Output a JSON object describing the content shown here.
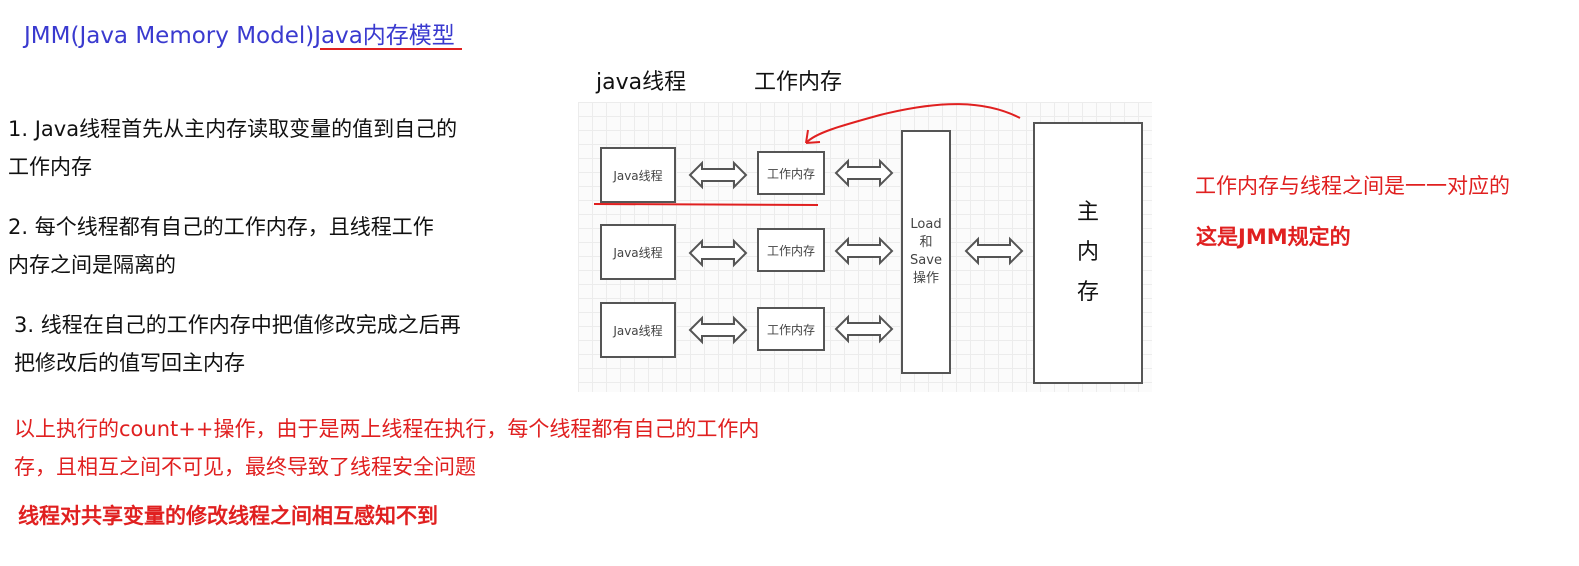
{
  "title": "JMM(Java Memory Model)Java内存模型",
  "points": [
    {
      "line1": "1. Java线程首先从主内存读取变量的值到自己的",
      "line2": "工作内存"
    },
    {
      "line1": "2. 每个线程都有自己的工作内存，且线程工作",
      "line2": "内存之间是隔离的"
    },
    {
      "line1": "3. 线程在自己的工作内存中把值修改完成之后再",
      "line2": "把修改后的值写回主内存"
    }
  ],
  "conclusion": {
    "line1": "以上执行的count++操作，由于是两上线程在执行，每个线程都有自己的工作内",
    "line2": "存，且相互之间不可见，最终导致了线程安全问题",
    "emphasis": "线程对共享变量的修改线程之间相互感知不到"
  },
  "diagram": {
    "header_thread": "java线程",
    "header_work": "工作内存",
    "thread_label": "Java线程",
    "work_label": "工作内存",
    "loadsave": {
      "line1": "Load",
      "line2": "和",
      "line3": "Save",
      "line4": "操作"
    },
    "main_memory": {
      "c1": "主",
      "c2": "内",
      "c3": "存"
    }
  },
  "annotation": {
    "line1": "工作内存与线程之间是一一对应的",
    "line2": "这是JMM规定的"
  },
  "colors": {
    "title": "#3a3acf",
    "annotation_red": "#e02020"
  }
}
